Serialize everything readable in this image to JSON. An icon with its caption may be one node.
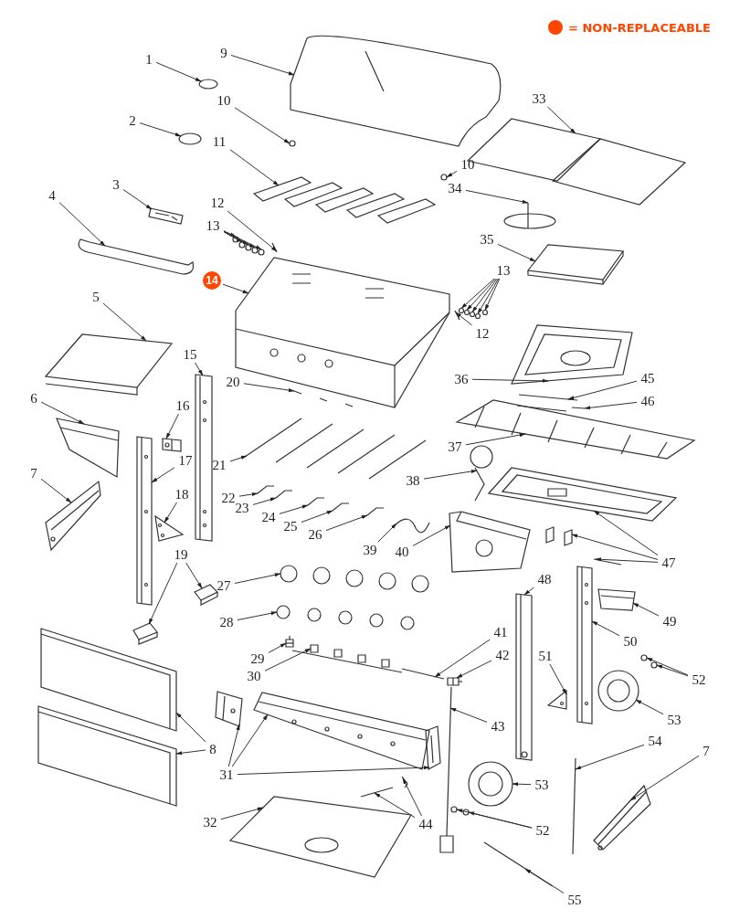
{
  "diagram": {
    "nodes": [
      {
        "text": [
          "1"
        ]
      },
      {
        "text": [
          "2"
        ]
      },
      {
        "text": [
          "3"
        ]
      },
      {
        "text": [
          "4"
        ]
      },
      {
        "text": [
          "5"
        ]
      },
      {
        "text": [
          "6"
        ]
      },
      {
        "text": [
          "7"
        ]
      },
      {
        "text": [
          "8"
        ]
      },
      {
        "text": [
          "9"
        ]
      },
      {
        "text": [
          "10"
        ]
      },
      {
        "text": [
          "10"
        ]
      },
      {
        "text": [
          "11"
        ]
      },
      {
        "text": [
          "12"
        ]
      },
      {
        "text": [
          "12"
        ]
      },
      {
        "text": [
          "13"
        ]
      },
      {
        "text": [
          "13"
        ]
      },
      {
        "text": [
          "14"
        ]
      },
      {
        "text": [
          "15"
        ]
      },
      {
        "text": [
          "16"
        ]
      },
      {
        "text": [
          "17"
        ]
      },
      {
        "text": [
          "18"
        ]
      },
      {
        "text": [
          "19"
        ]
      },
      {
        "text": [
          "20"
        ]
      },
      {
        "text": [
          "21"
        ]
      },
      {
        "text": [
          "22"
        ]
      },
      {
        "text": [
          "23"
        ]
      },
      {
        "text": [
          "24"
        ]
      },
      {
        "text": [
          "25"
        ]
      },
      {
        "text": [
          "26"
        ]
      },
      {
        "text": [
          "27"
        ]
      },
      {
        "text": [
          "28"
        ]
      },
      {
        "text": [
          "29"
        ]
      },
      {
        "text": [
          "30"
        ]
      },
      {
        "text": [
          "31"
        ]
      },
      {
        "text": [
          "32"
        ]
      },
      {
        "text": [
          "33"
        ]
      },
      {
        "text": [
          "34"
        ]
      },
      {
        "text": [
          "35"
        ]
      },
      {
        "text": [
          "36"
        ]
      },
      {
        "text": [
          "37"
        ]
      },
      {
        "text": [
          "38"
        ]
      },
      {
        "text": [
          "39"
        ]
      },
      {
        "text": [
          "40"
        ]
      },
      {
        "text": [
          "41"
        ]
      },
      {
        "text": [
          "42"
        ]
      },
      {
        "text": [
          "43"
        ]
      },
      {
        "text": [
          "44"
        ]
      },
      {
        "text": [
          "45"
        ]
      },
      {
        "text": [
          "46"
        ]
      },
      {
        "text": [
          "47"
        ]
      },
      {
        "text": [
          "48"
        ]
      },
      {
        "text": [
          "49"
        ]
      },
      {
        "text": [
          "50"
        ]
      },
      {
        "text": [
          "51"
        ]
      },
      {
        "text": [
          "52"
        ]
      },
      {
        "text": [
          "52"
        ]
      },
      {
        "text": [
          "53"
        ]
      },
      {
        "text": [
          "53"
        ]
      },
      {
        "text": [
          "54"
        ]
      },
      {
        "text": [
          "55"
        ]
      },
      {
        "text": [
          "7"
        ]
      },
      {
        "text": [],
        "shape": "picture"
      },
      {
        "text": [],
        "shape": "picture"
      },
      {
        "text": [],
        "shape": "picture"
      },
      {
        "text": [],
        "shape": "picture"
      },
      {
        "text": [],
        "shape": "picture"
      },
      {
        "text": [],
        "shape": "picture"
      },
      {
        "text": [],
        "shape": "picture"
      },
      {
        "text": [],
        "shape": "picture"
      },
      {
        "text": [],
        "shape": "picture"
      },
      {
        "text": [],
        "shape": "picture"
      },
      {
        "text": [],
        "shape": "picture"
      },
      {
        "text": [],
        "shape": "picture"
      },
      {
        "text": [],
        "shape": "picture"
      },
      {
        "text": [],
        "shape": "picture"
      },
      {
        "text": [],
        "shape": "picture"
      },
      {
        "text": [],
        "shape": "picture"
      },
      {
        "text": [],
        "shape": "picture"
      },
      {
        "text": [],
        "shape": "picture"
      },
      {
        "text": [],
        "shape": "picture"
      },
      {
        "text": [],
        "shape": "picture"
      },
      {
        "text": [],
        "shape": "picture"
      },
      {
        "text": [],
        "shape": "picture"
      },
      {
        "text": [],
        "shape": "picture"
      },
      {
        "text": [],
        "shape": "picture"
      },
      {
        "text": [],
        "shape": "picture"
      },
      {
        "text": [],
        "shape": "picture"
      },
      {
        "text": [],
        "shape": "picture"
      },
      {
        "text": [],
        "shape": "picture"
      },
      {
        "text": [],
        "shape": "picture"
      },
      {
        "text": [],
        "shape": "picture"
      },
      {
        "text": [],
        "shape": "picture"
      },
      {
        "text": [],
        "shape": "picture"
      },
      {
        "text": [],
        "shape": "picture"
      },
      {
        "text": [],
        "shape": "picture"
      },
      {
        "text": [],
        "shape": "picture"
      },
      {
        "text": [],
        "shape": "picture"
      },
      {
        "text": [],
        "shape": "picture"
      },
      {
        "text": [],
        "shape": "picture"
      },
      {
        "text": [],
        "shape": "picture"
      },
      {
        "text": [],
        "shape": "picture"
      },
      {
        "text": [],
        "shape": "picture"
      },
      {
        "text": [],
        "shape": "picture"
      },
      {
        "text": [],
        "shape": "picture"
      },
      {
        "text": [],
        "shape": "picture"
      },
      {
        "text": [],
        "shape": "picture"
      },
      {
        "text": [],
        "shape": "picture"
      },
      {
        "text": [],
        "shape": "picture"
      },
      {
        "text": [],
        "shape": "picture"
      },
      {
        "text": [],
        "shape": "picture"
      },
      {
        "text": [],
        "shape": "picture"
      },
      {
        "text": [],
        "shape": "picture"
      },
      {
        "text": [],
        "shape": "picture"
      },
      {
        "text": [],
        "shape": "picture"
      },
      {
        "text": [],
        "shape": "picture"
      },
      {
        "text": [],
        "shape": "picture"
      },
      {
        "text": [],
        "shape": "picture"
      },
      {
        "text": [],
        "shape": "picture"
      },
      {
        "text": [],
        "shape": "picture"
      },
      {
        "text": [],
        "shape": "picture"
      },
      {
        "text": [],
        "shape": "picture"
      },
      {
        "text": [],
        "shape": "picture"
      },
      {
        "text": [],
        "shape": "picture"
      },
      {
        "text": [],
        "shape": "picture"
      },
      {
        "text": [],
        "shape": "picture"
      },
      {
        "text": [],
        "shape": "picture"
      },
      {
        "text": [],
        "shape": "picture"
      },
      {
        "text": [],
        "shape": "picture"
      },
      {
        "text": [],
        "shape": "picture"
      },
      {
        "text": [],
        "shape": "picture"
      },
      {
        "text": [],
        "shape": "picture"
      },
      {
        "text": [],
        "shape": "picture"
      },
      {
        "text": [],
        "shape": "picture"
      },
      {
        "text": [],
        "shape": "picture"
      },
      {
        "text": [],
        "shape": "picture"
      },
      {
        "text": [],
        "shape": "picture"
      },
      {
        "text": [],
        "shape": "picture"
      },
      {
        "text": [],
        "shape": "picture"
      },
      {
        "text": [],
        "shape": "picture"
      }
    ],
    "edges": [
      {
        "from": 0,
        "to": 61,
        "arrow": "to"
      },
      {
        "from": 1,
        "to": 62,
        "arrow": "to"
      },
      {
        "from": 2,
        "to": 63,
        "arrow": "to"
      },
      {
        "from": 3,
        "to": 64,
        "arrow": "to"
      },
      {
        "from": 4,
        "to": 65,
        "arrow": "to"
      },
      {
        "from": 5,
        "to": 66,
        "arrow": "to"
      },
      {
        "from": 6,
        "to": 67,
        "arrow": "to"
      },
      {
        "from": 7,
        "to": 68,
        "arrow": "to"
      },
      {
        "from": 7,
        "to": 69,
        "arrow": "to"
      },
      {
        "from": 8,
        "to": 70,
        "arrow": "to"
      },
      {
        "from": 9,
        "to": 71,
        "arrow": "to"
      },
      {
        "from": 10,
        "to": 72,
        "arrow": "to"
      },
      {
        "from": 11,
        "to": 73,
        "arrow": "to"
      },
      {
        "from": 12,
        "to": 74,
        "arrow": "to"
      },
      {
        "from": 13,
        "to": 75,
        "arrow": "to"
      },
      {
        "from": 14,
        "to": 76,
        "arrow": "to"
      },
      {
        "from": 14,
        "to": 77,
        "arrow": "to"
      },
      {
        "from": 14,
        "to": 78,
        "arrow": "to"
      },
      {
        "from": 14,
        "to": 79,
        "arrow": "to"
      },
      {
        "from": 14,
        "to": 80,
        "arrow": "to"
      },
      {
        "from": 15,
        "to": 81,
        "arrow": "to"
      },
      {
        "from": 15,
        "to": 82,
        "arrow": "to"
      },
      {
        "from": 15,
        "to": 83,
        "arrow": "to"
      },
      {
        "from": 15,
        "to": 84,
        "arrow": "to"
      },
      {
        "from": 15,
        "to": 85,
        "arrow": "to"
      },
      {
        "from": 16,
        "to": 86,
        "arrow": "to"
      },
      {
        "from": 17,
        "to": 87,
        "arrow": "to"
      },
      {
        "from": 18,
        "to": 88,
        "arrow": "to"
      },
      {
        "from": 19,
        "to": 89,
        "arrow": "to"
      },
      {
        "from": 20,
        "to": 90,
        "arrow": "to"
      },
      {
        "from": 21,
        "to": 91,
        "arrow": "to"
      },
      {
        "from": 21,
        "to": 92,
        "arrow": "to"
      },
      {
        "from": 22,
        "to": 93,
        "arrow": "to"
      },
      {
        "from": 23,
        "to": 94,
        "arrow": "to"
      },
      {
        "from": 24,
        "to": 95,
        "arrow": "to"
      },
      {
        "from": 25,
        "to": 96,
        "arrow": "to"
      },
      {
        "from": 26,
        "to": 97,
        "arrow": "to"
      },
      {
        "from": 27,
        "to": 98,
        "arrow": "to"
      },
      {
        "from": 28,
        "to": 99,
        "arrow": "to"
      },
      {
        "from": 29,
        "to": 100,
        "arrow": "to"
      },
      {
        "from": 30,
        "to": 101,
        "arrow": "to"
      },
      {
        "from": 31,
        "to": 102,
        "arrow": "to"
      },
      {
        "from": 32,
        "to": 103,
        "arrow": "to"
      },
      {
        "from": 33,
        "to": 104,
        "arrow": "to"
      },
      {
        "from": 33,
        "to": 105,
        "arrow": "to"
      },
      {
        "from": 33,
        "to": 106,
        "arrow": "to"
      },
      {
        "from": 34,
        "to": 107,
        "arrow": "to"
      },
      {
        "from": 35,
        "to": 108,
        "arrow": "to"
      },
      {
        "from": 36,
        "to": 109,
        "arrow": "to"
      },
      {
        "from": 37,
        "to": 110,
        "arrow": "to"
      },
      {
        "from": 38,
        "to": 111,
        "arrow": "to"
      },
      {
        "from": 39,
        "to": 112,
        "arrow": "to"
      },
      {
        "from": 40,
        "to": 113,
        "arrow": "to"
      },
      {
        "from": 41,
        "to": 114,
        "arrow": "to"
      },
      {
        "from": 42,
        "to": 115,
        "arrow": "to"
      },
      {
        "from": 43,
        "to": 116,
        "arrow": "to"
      },
      {
        "from": 44,
        "to": 117,
        "arrow": "to"
      },
      {
        "from": 45,
        "to": 118,
        "arrow": "to"
      },
      {
        "from": 46,
        "to": 119,
        "arrow": "to"
      },
      {
        "from": 46,
        "to": 120,
        "arrow": "to"
      },
      {
        "from": 47,
        "to": 121,
        "arrow": "to"
      },
      {
        "from": 48,
        "to": 122,
        "arrow": "to"
      },
      {
        "from": 49,
        "to": 123,
        "arrow": "to"
      },
      {
        "from": 49,
        "to": 124,
        "arrow": "to"
      },
      {
        "from": 49,
        "to": 125,
        "arrow": "to"
      },
      {
        "from": 50,
        "to": 126,
        "arrow": "to"
      },
      {
        "from": 51,
        "to": 127,
        "arrow": "to"
      },
      {
        "from": 52,
        "to": 128,
        "arrow": "to"
      },
      {
        "from": 53,
        "to": 129,
        "arrow": "to"
      },
      {
        "from": 54,
        "to": 130,
        "arrow": "to"
      },
      {
        "from": 54,
        "to": 131,
        "arrow": "to"
      },
      {
        "from": 55,
        "to": 132,
        "arrow": "to"
      },
      {
        "from": 55,
        "to": 133,
        "arrow": "to"
      },
      {
        "from": 56,
        "to": 134,
        "arrow": "to"
      },
      {
        "from": 57,
        "to": 135,
        "arrow": "to"
      },
      {
        "from": 58,
        "to": 136,
        "arrow": "to"
      },
      {
        "from": 59,
        "to": 137,
        "arrow": "to"
      },
      {
        "from": 60,
        "to": 138,
        "arrow": "to"
      }
    ],
    "legend": [
      {
        "text": "= NON-REPLACEABLE",
        "color": "#ff4500"
      }
    ]
  }
}
